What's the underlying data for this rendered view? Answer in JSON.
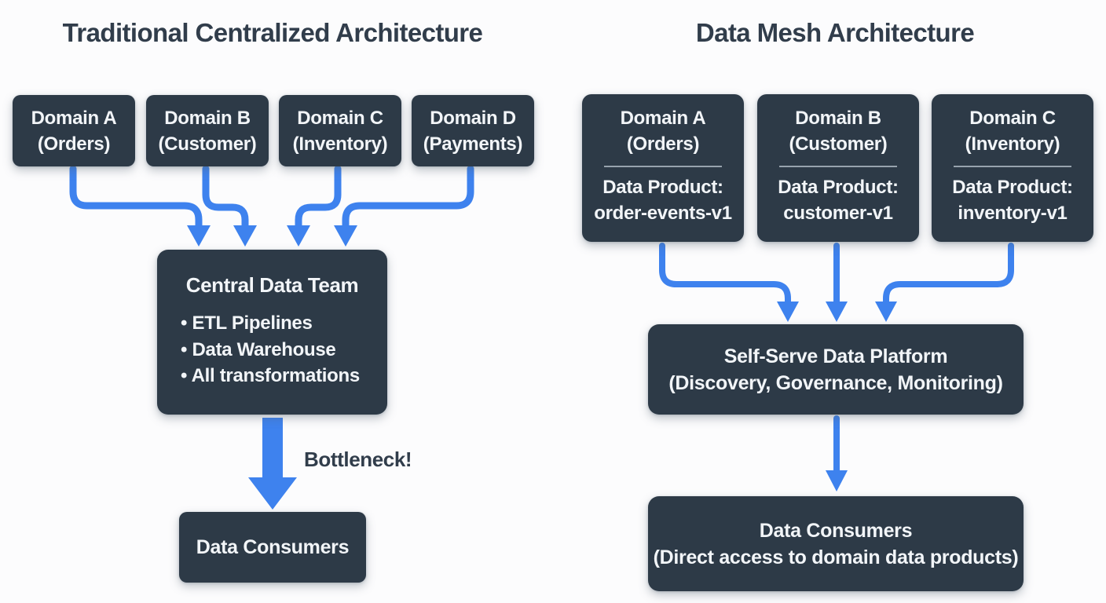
{
  "colors": {
    "background": "#fcfcfd",
    "box_fill": "#2d3a47",
    "box_text": "#f2f5f8",
    "arrow_blue": "#3e82ee",
    "title_text": "#313d4b",
    "divider": "#97a3ad"
  },
  "left": {
    "title": "Traditional Centralized Architecture",
    "domains": [
      {
        "name": "Domain A",
        "detail": "(Orders)"
      },
      {
        "name": "Domain B",
        "detail": "(Customer)"
      },
      {
        "name": "Domain C",
        "detail": "(Inventory)"
      },
      {
        "name": "Domain D",
        "detail": "(Payments)"
      }
    ],
    "central_team": {
      "title": "Central Data Team",
      "bullets": [
        "ETL Pipelines",
        "Data Warehouse",
        "All transformations"
      ]
    },
    "bottleneck_label": "Bottleneck!",
    "consumers_label": "Data Consumers"
  },
  "right": {
    "title": "Data Mesh Architecture",
    "domains": [
      {
        "name": "Domain A",
        "detail": "(Orders)",
        "product_label": "Data Product:",
        "product_name": "order-events-v1"
      },
      {
        "name": "Domain B",
        "detail": "(Customer)",
        "product_label": "Data Product:",
        "product_name": "customer-v1"
      },
      {
        "name": "Domain C",
        "detail": "(Inventory)",
        "product_label": "Data Product:",
        "product_name": "inventory-v1"
      }
    ],
    "platform": {
      "title": "Self-Serve Data Platform",
      "subtitle": "(Discovery, Governance, Monitoring)"
    },
    "consumers": {
      "title": "Data Consumers",
      "subtitle": "(Direct access to domain data products)"
    }
  }
}
